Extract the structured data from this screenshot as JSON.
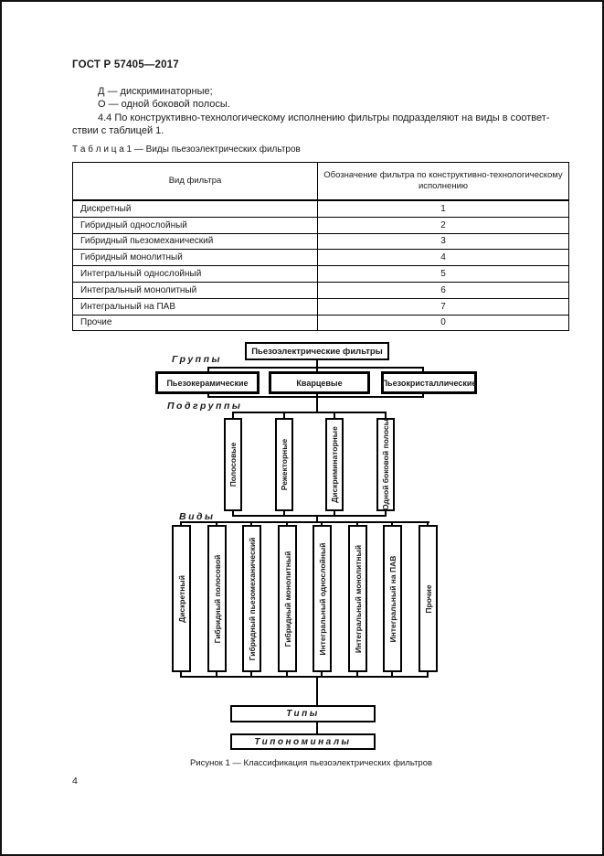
{
  "doc": {
    "header": "ГОСТ Р 57405—2017",
    "page_number": "4"
  },
  "body_text": {
    "line_d": "Д — дискриминаторные;",
    "line_o": "О — одной боковой полосы.",
    "clause_line1": "4.4  По конструктивно-технологическому исполнению фильтры подразделяют на виды в соответ-",
    "clause_line2": "ствии с таблицей 1."
  },
  "table": {
    "title": "Т а б л и ц а  1 — Виды пьезоэлектрических фильтров",
    "columns": [
      "Вид фильтра",
      "Обозначение фильтра по конструктивно-технологическому исполнению"
    ],
    "rows": [
      {
        "name": "Дискретный",
        "code": "1"
      },
      {
        "name": "Гибридный однослойный",
        "code": "2"
      },
      {
        "name": "Гибридный пьезомеханический",
        "code": "3"
      },
      {
        "name": "Гибридный монолитный",
        "code": "4"
      },
      {
        "name": "Интегральный однослойный",
        "code": "5"
      },
      {
        "name": "Интегральный монолитный",
        "code": "6"
      },
      {
        "name": "Интегральный на ПАВ",
        "code": "7"
      },
      {
        "name": "Прочие",
        "code": "0"
      }
    ]
  },
  "figure": {
    "root_label": "Пьезоэлектрические фильтры",
    "level_labels": {
      "groups": "Группы",
      "subgroups": "Подгруппы",
      "kinds": "Виды"
    },
    "groups": [
      "Пьезокерамические",
      "Кварцевые",
      "Пьезокристаллические"
    ],
    "subgroups": [
      "Полосовые",
      "Режекторные",
      "Дискриминаторные",
      "Одной боковой полосы"
    ],
    "kinds": [
      "Дискретный",
      "Гибридный полосовой",
      "Гибридный пьезомеханический",
      "Гибридный монолитный",
      "Интегральный однослойный",
      "Интегральный монолитный",
      "Интегральный на ПАВ",
      "Прочие"
    ],
    "types_label": "Типы",
    "typenominals_label": "Типономиналы",
    "caption": "Рисунок 1 — Классификация пьезоэлектрических фильтров"
  }
}
